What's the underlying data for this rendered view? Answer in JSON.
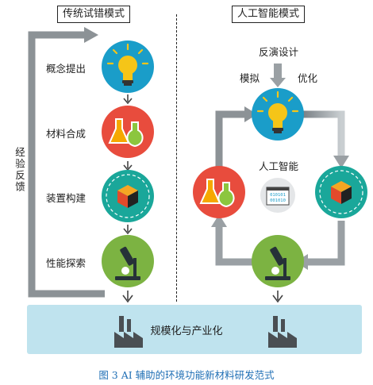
{
  "left_panel": {
    "title": "传统试错模式",
    "feedback_label": "经验反馈",
    "steps": [
      {
        "label": "概念提出",
        "icon": "lightbulb-icon"
      },
      {
        "label": "材料合成",
        "icon": "flask-icon"
      },
      {
        "label": "装置构建",
        "icon": "cube-icon"
      },
      {
        "label": "性能探索",
        "icon": "microscope-icon"
      }
    ]
  },
  "right_panel": {
    "title": "人工智能模式",
    "top_label": "反演设计",
    "left_arrow_label": "模拟",
    "right_arrow_label": "优化",
    "center_label": "人工智能",
    "code_text_1": "010101",
    "code_text_2": "001010"
  },
  "bottom": {
    "label": "规模化与产业化"
  },
  "caption": "图 3   AI 辅助的环境功能新材料研发范式",
  "colors": {
    "blue_circle": "#1a9dc9",
    "red_circle": "#e84c3d",
    "teal_circle": "#1aa79a",
    "green_circle": "#7cb342",
    "arrow_gray": "#8c9296",
    "base_blue": "#bfe3ee"
  }
}
